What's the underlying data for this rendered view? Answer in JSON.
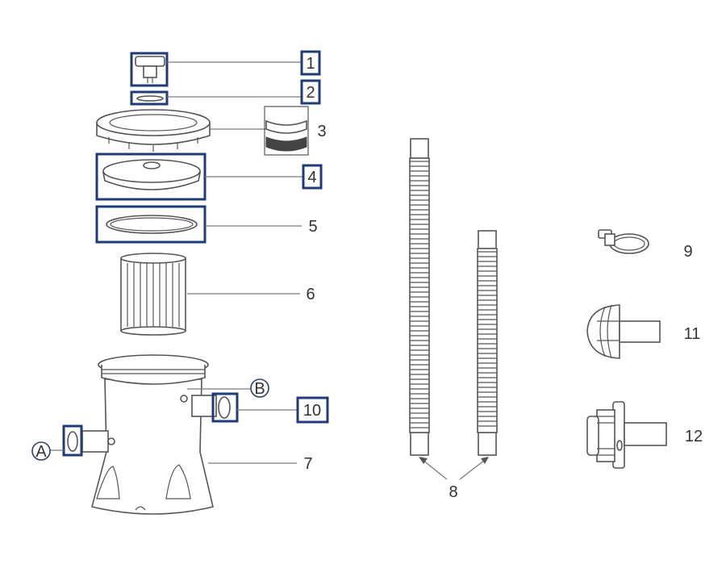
{
  "colors": {
    "highlight": "#1f3b7a",
    "line": "#555555"
  },
  "labels": {
    "p1": "1",
    "p2": "2",
    "p3": "3",
    "p4": "4",
    "p5": "5",
    "p6": "6",
    "p7": "7",
    "p8": "8",
    "p9": "9",
    "p10": "10",
    "p11": "11",
    "p12": "12",
    "a": "A",
    "b": "B"
  }
}
